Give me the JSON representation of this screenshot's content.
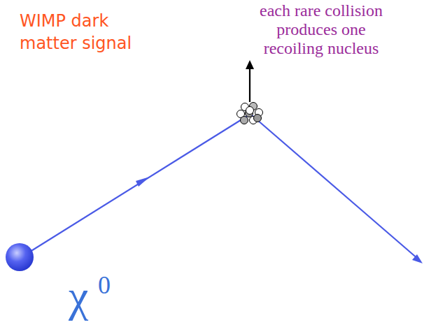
{
  "diagram": {
    "labels": [
      "WIMP dark matter signal",
      "each rare collision produces one recoiling nucleus",
      "χ",
      "0"
    ]
  }
}
